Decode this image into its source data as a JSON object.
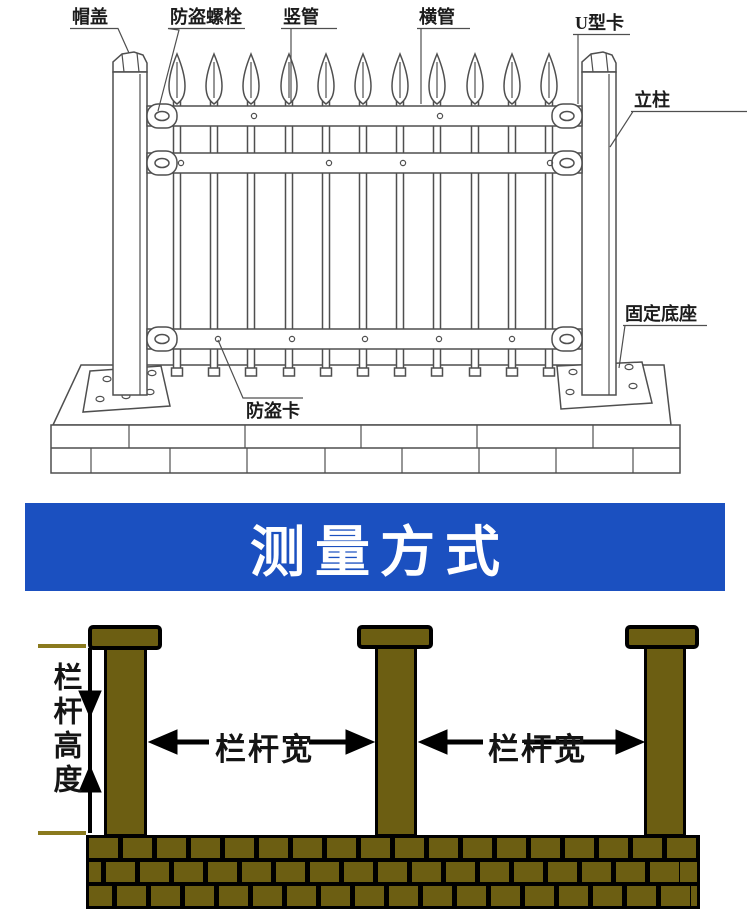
{
  "banner": {
    "title": "测量方式",
    "background_color": "#1b50c0",
    "text_color": "#ffffff"
  },
  "fence_diagram": {
    "labels": {
      "cap": "帽盖",
      "anti_theft_bolt": "防盗螺栓",
      "vertical_pipe": "竖管",
      "horizontal_pipe": "横管",
      "u_clip": "U型卡",
      "post": "立柱",
      "fixed_base": "固定底座",
      "anti_theft_clip": "防盗卡"
    },
    "line_color": "#4f4f4f",
    "picket_count": 11
  },
  "measurement_diagram": {
    "labels": {
      "rail_height": "栏杆高度",
      "rail_width_left": "栏杆宽",
      "rail_width_right": "栏杆宽"
    },
    "colors": {
      "post_fill": "#6c5e12",
      "outline": "#000000",
      "tick": "#8a7a1e"
    }
  }
}
